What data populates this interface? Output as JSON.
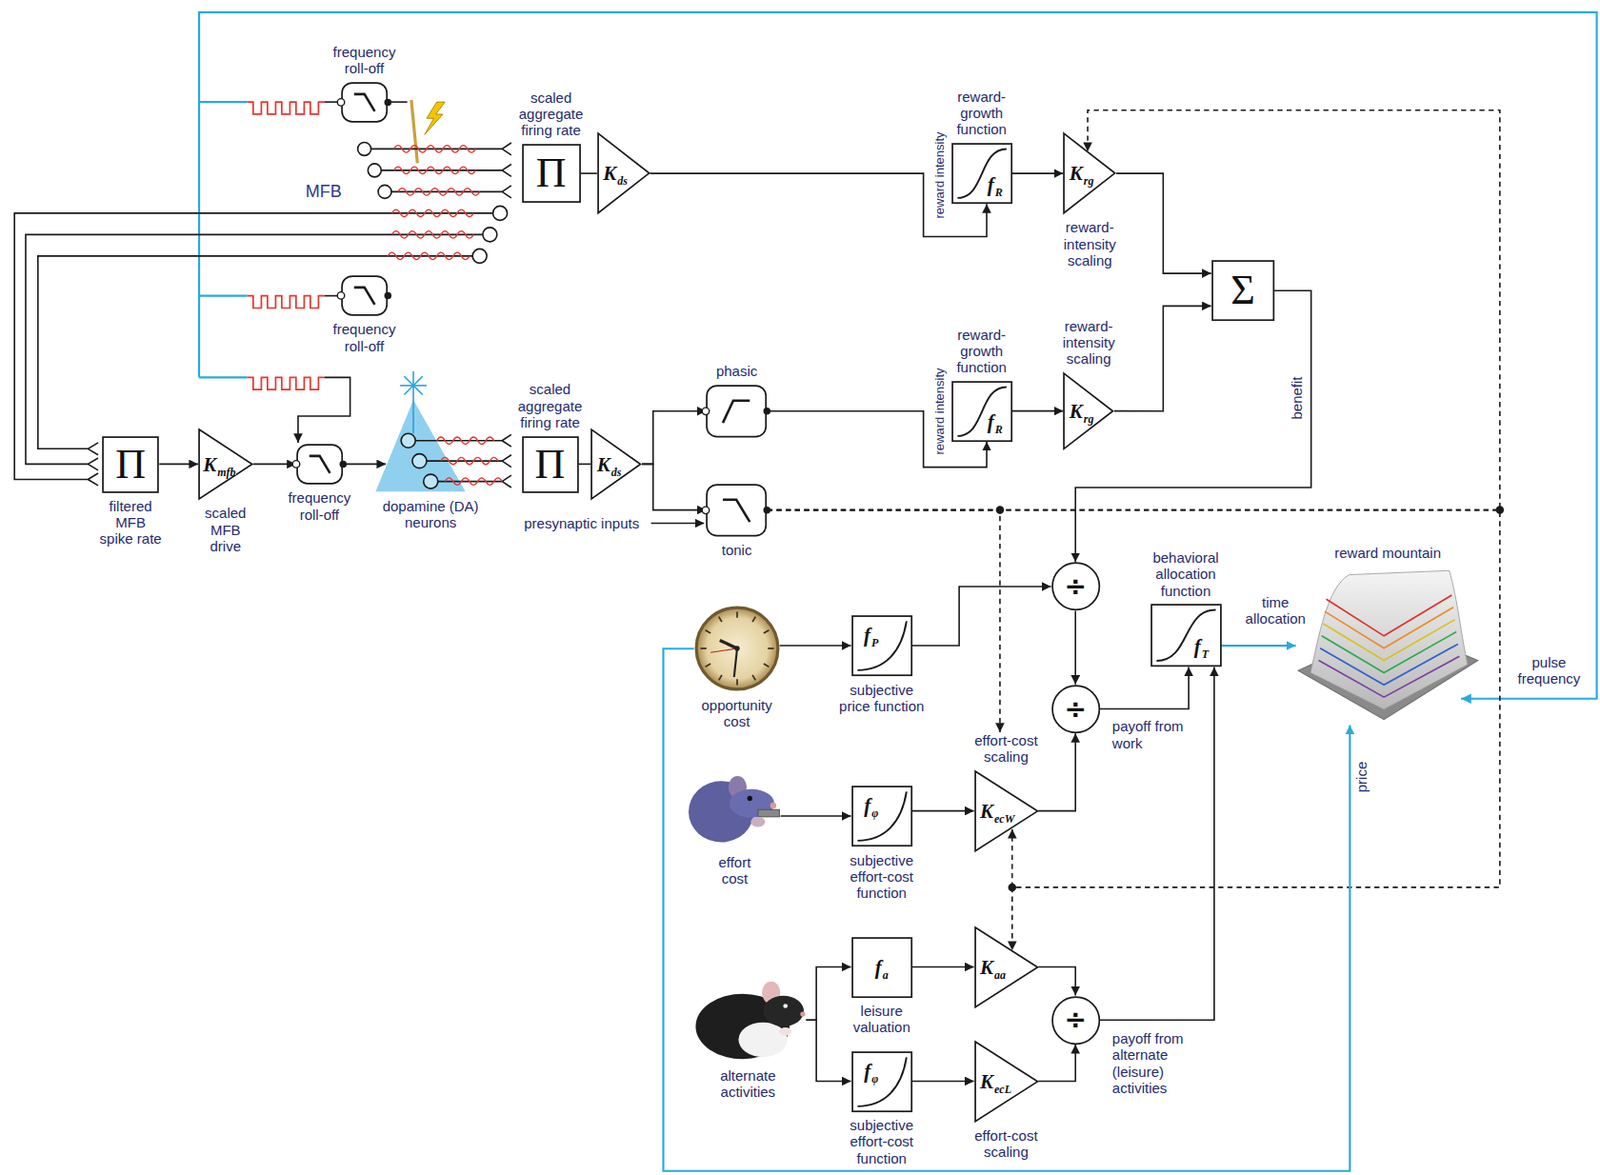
{
  "diagram": {
    "nodes": [
      {
        "text": [
          "frequency roll-off"
        ]
      },
      {
        "text": [
          "Π",
          "scaled aggregate firing rate"
        ]
      },
      {
        "text": [
          "K",
          "ds"
        ]
      },
      {
        "text": [
          "f",
          "R",
          "reward-growth function"
        ]
      },
      {
        "text": [
          "K",
          "rg",
          "reward-intensity scaling"
        ]
      },
      {
        "text": [
          "Σ"
        ]
      },
      {
        "text": [
          "frequency roll-off"
        ]
      },
      {
        "text": [
          "Π",
          "filtered MFB spike rate"
        ]
      },
      {
        "text": [
          "K",
          "mfb",
          "scaled MFB drive"
        ]
      },
      {
        "text": [
          "frequency roll-off"
        ]
      },
      {
        "text": [
          "Π",
          "scaled aggregate firing rate"
        ]
      },
      {
        "text": [
          "K",
          "ds"
        ]
      },
      {
        "text": [
          "phasic"
        ]
      },
      {
        "text": [
          "tonic"
        ]
      },
      {
        "text": [
          "f",
          "R",
          "reward-growth function"
        ]
      },
      {
        "text": [
          "K",
          "rg",
          "reward-intensity scaling"
        ]
      },
      {
        "text": [
          "÷"
        ]
      },
      {
        "text": [
          "÷"
        ]
      },
      {
        "text": [
          "f",
          "T",
          "behavioral allocation function"
        ]
      },
      {
        "text": [
          "f",
          "P",
          "subjective price function"
        ]
      },
      {
        "text": [
          "f",
          "φ",
          "subjective effort-cost function"
        ]
      },
      {
        "text": [
          "K",
          "ecW",
          "effort-cost scaling"
        ]
      },
      {
        "text": [
          "f",
          "a",
          "leisure valuation"
        ]
      },
      {
        "text": [
          "f",
          "φ",
          "subjective effort-cost function"
        ]
      },
      {
        "text": [
          "K",
          "aa"
        ]
      },
      {
        "text": [
          "K",
          "ecL",
          "effort-cost scaling"
        ]
      },
      {
        "text": [
          "÷"
        ]
      },
      {
        "text": [
          "opportunity cost"
        ]
      },
      {
        "text": [
          "effort cost"
        ]
      },
      {
        "text": [
          "alternate activities"
        ]
      },
      {
        "text": [
          "reward mountain"
        ]
      }
    ],
    "edges": [
      {
        "from": 1,
        "to": 2,
        "arrow": "none"
      },
      {
        "from": 2,
        "to": 3,
        "arrow": "to"
      },
      {
        "from": 3,
        "to": 4,
        "arrow": "to"
      },
      {
        "from": 4,
        "to": 5,
        "arrow": "to"
      },
      {
        "from": 15,
        "to": 5,
        "arrow": "to"
      },
      {
        "from": 5,
        "to": 16,
        "label": "benefit",
        "arrow": "to"
      },
      {
        "from": 7,
        "to": 8,
        "arrow": "to"
      },
      {
        "from": 8,
        "to": 9,
        "arrow": "to"
      },
      {
        "from": 10,
        "to": 11,
        "arrow": "none"
      },
      {
        "from": 11,
        "to": 12,
        "arrow": "to"
      },
      {
        "from": 11,
        "to": 13,
        "arrow": "to"
      },
      {
        "from": 12,
        "to": 14,
        "arrow": "to"
      },
      {
        "from": 14,
        "to": 15,
        "arrow": "to"
      },
      {
        "from": 13,
        "to": 4,
        "arrow": "to"
      },
      {
        "from": 13,
        "to": 21,
        "arrow": "to"
      },
      {
        "from": 13,
        "to": 24,
        "arrow": "to"
      },
      {
        "from": 27,
        "to": 19,
        "arrow": "to"
      },
      {
        "from": 19,
        "to": 16,
        "arrow": "to"
      },
      {
        "from": 16,
        "to": 17,
        "arrow": "to"
      },
      {
        "from": 21,
        "to": 17,
        "arrow": "to"
      },
      {
        "from": 17,
        "to": 18,
        "label": "payoff from work",
        "arrow": "to"
      },
      {
        "from": 28,
        "to": 20,
        "arrow": "to"
      },
      {
        "from": 20,
        "to": 21,
        "arrow": "to"
      },
      {
        "from": 29,
        "to": 22,
        "arrow": "to"
      },
      {
        "from": 29,
        "to": 23,
        "arrow": "to"
      },
      {
        "from": 22,
        "to": 24,
        "arrow": "to"
      },
      {
        "from": 23,
        "to": 25,
        "arrow": "to"
      },
      {
        "from": 24,
        "to": 26,
        "arrow": "to"
      },
      {
        "from": 25,
        "to": 26,
        "arrow": "to"
      },
      {
        "from": 26,
        "to": 18,
        "label": "payoff from alternate (leisure) activities",
        "arrow": "to"
      },
      {
        "from": 18,
        "to": 30,
        "label": "time allocation",
        "arrow": "to"
      },
      {
        "from": 27,
        "to": 30,
        "label": "price",
        "arrow": "to"
      }
    ],
    "labels": [
      "MFB",
      "reward intensity",
      "reward intensity",
      "dopamine (DA) neurons",
      "presynaptic inputs",
      "pulse frequency"
    ]
  }
}
